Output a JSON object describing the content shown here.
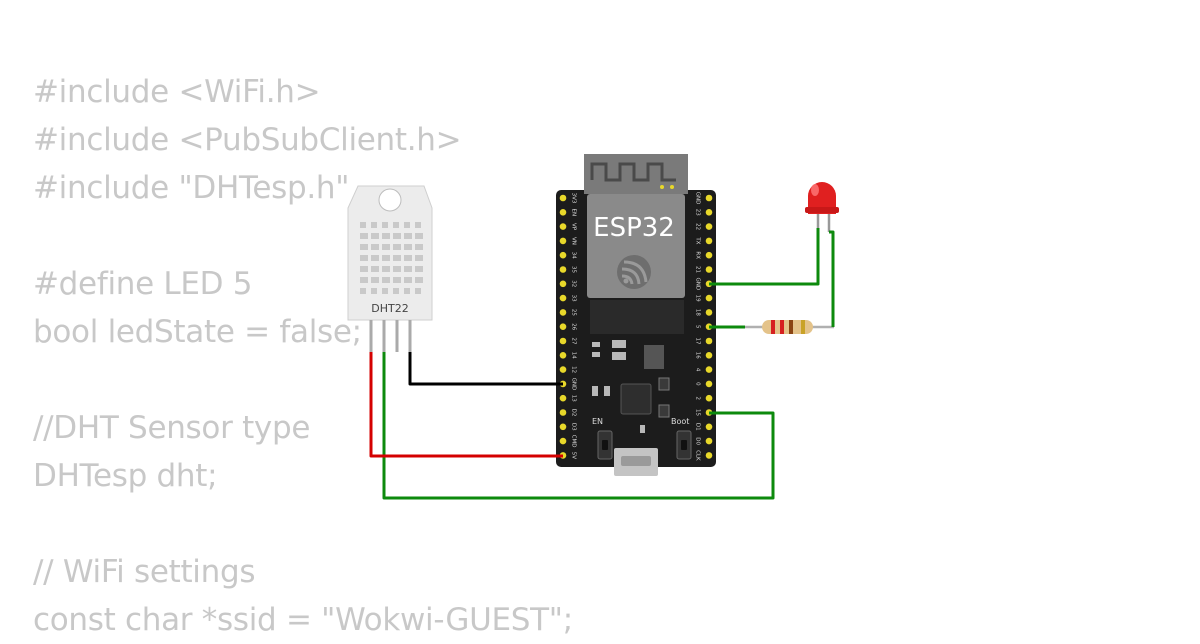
{
  "code_lines": [
    "#include <WiFi.h>",
    "#include <PubSubClient.h>",
    "#include \"DHTesp.h\"",
    "",
    "#define LED 5",
    "bool ledState = false;",
    "",
    "//DHT Sensor type",
    "DHTesp dht;",
    "",
    "// WiFi settings",
    "const char *ssid = \"Wokwi-GUEST\";"
  ],
  "board": {
    "name": "ESP32",
    "en_label": "EN",
    "boot_label": "Boot",
    "left_pins": [
      "3V3",
      "EN",
      "VP",
      "VN",
      "34",
      "35",
      "32",
      "33",
      "25",
      "26",
      "27",
      "14",
      "12",
      "GND",
      "13",
      "D2",
      "D3",
      "CMD",
      "5V"
    ],
    "right_pins": [
      "GND",
      "23",
      "22",
      "TX",
      "RX",
      "21",
      "GND",
      "19",
      "18",
      "5",
      "17",
      "16",
      "4",
      "0",
      "2",
      "15",
      "D1",
      "D0",
      "CLK"
    ]
  },
  "sensor": {
    "label": "DHT22"
  },
  "colors": {
    "code_text": "#c8c8c8",
    "wire_green": "#0d8a0d",
    "wire_red": "#d40000",
    "wire_black": "#000000",
    "led_red": "#e02020",
    "board_black": "#1c1c1c",
    "header_yellow": "#e8d82a",
    "antenna_gray": "#7a7a7a"
  }
}
